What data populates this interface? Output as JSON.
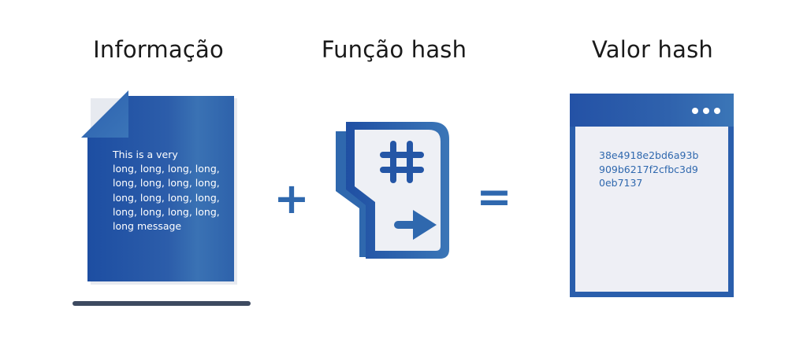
{
  "headings": {
    "information": "Informação",
    "hash_function": "Função hash",
    "hash_value": "Valor hash"
  },
  "document": {
    "text": "This is a very\nlong, long, long, long,\nlong, long, long, long,\nlong, long, long, long,\nlong, long, long, long,\nlong message"
  },
  "operators": {
    "plus": "+",
    "equals": "="
  },
  "hash_function_icon": "hash-function-icon",
  "result_window": {
    "value": "38e4918e2bd6a93b\n909b6217f2cfbc3d9\n0eb7137",
    "menu_icon": "three-dots-icon"
  },
  "colors": {
    "primary_blue": "#2a5eac",
    "dark_blue": "#1f4fa3",
    "light_blue": "#3b76b7",
    "underline": "#3d4a60",
    "window_body": "#eeeff5"
  }
}
